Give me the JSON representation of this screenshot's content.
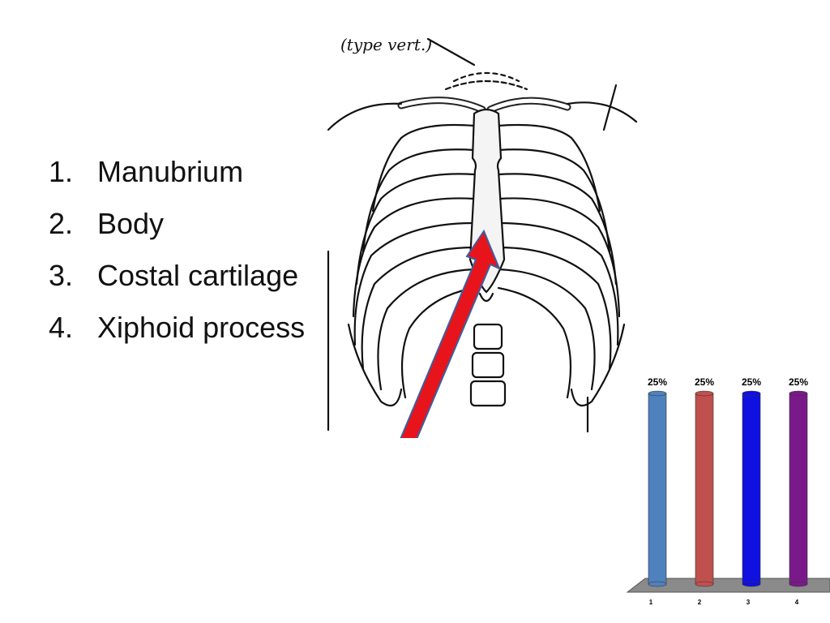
{
  "question": {
    "options": [
      {
        "number": "1.",
        "label": "Manubrium"
      },
      {
        "number": "2.",
        "label": "Body"
      },
      {
        "number": "3.",
        "label": "Costal cartilage"
      },
      {
        "number": "4.",
        "label": "Xiphoid process"
      }
    ]
  },
  "illustration": {
    "annotation": "(type vert.)",
    "pointer_color": "#e8141b"
  },
  "chart_data": {
    "type": "bar",
    "categories": [
      "1",
      "2",
      "3",
      "4"
    ],
    "values": [
      25,
      25,
      25,
      25
    ],
    "value_labels": [
      "25%",
      "25%",
      "25%",
      "25%"
    ],
    "ylim": [
      0,
      25
    ],
    "colors": [
      "#4f81bd",
      "#c0504d",
      "#1010e0",
      "#7a1a8a"
    ],
    "title": "",
    "xlabel": "",
    "ylabel": "",
    "grid": false
  }
}
